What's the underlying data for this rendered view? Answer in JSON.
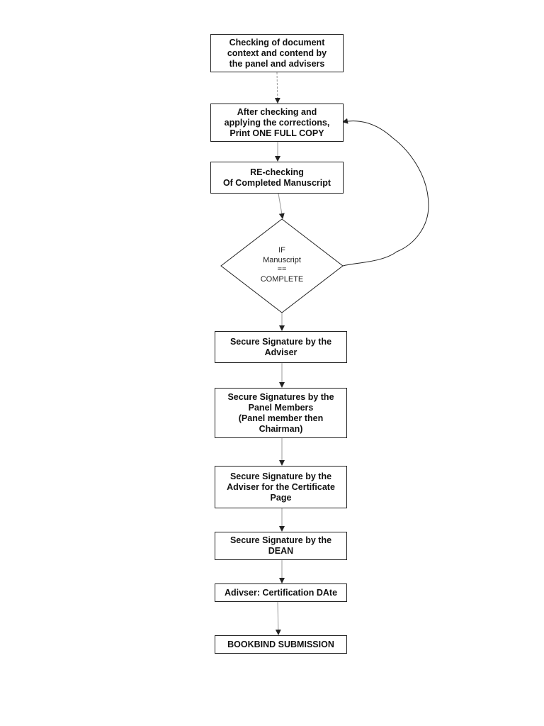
{
  "flowchart": {
    "steps": {
      "check_context": "Checking of document\ncontext and contend by\nthe panel and advisers",
      "print_copy": "After checking and\napplying the corrections,\nPrint ONE FULL COPY",
      "rechecking": "RE-checking\nOf Completed Manuscript",
      "decision": "IF\nManuscript\n==\nCOMPLETE",
      "sign_adviser": "Secure Signature by the\nAdviser",
      "sign_panel": "Secure Signatures by the\nPanel Members\n(Panel member then\nChairman)",
      "sign_certificate": "Secure Signature by the\nAdviser for the Certificate\nPage",
      "sign_dean": "Secure Signature by the\nDEAN",
      "certification_date": "Adivser: Certification DAte",
      "bookbind": "BOOKBIND SUBMISSION"
    }
  }
}
